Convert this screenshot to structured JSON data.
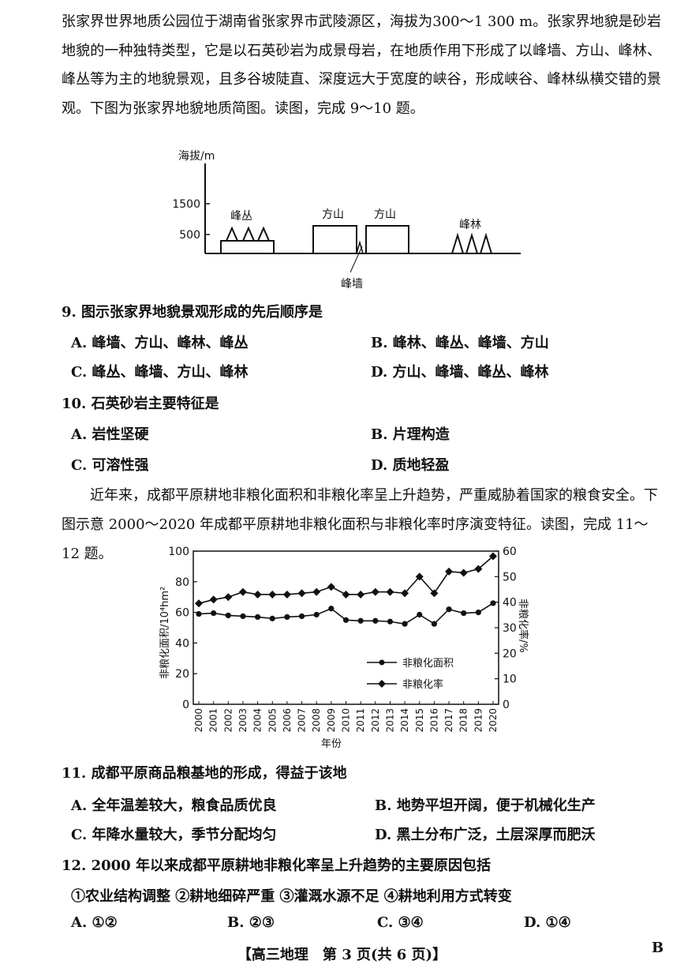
{
  "intro1": "张家界世界地质公园位于湖南省张家界市武陵源区，海拔为300～1 300 m。张家界地貌是砂岩地貌的一种独特类型，它是以石英砂岩为成景母岩，在地质作用下形成了以峰墙、方山、峰林、峰丛等为主的地貌景观，且多谷坡陡直、深度远大于宽度的峡谷，形成峡谷、峰林纵横交错的景观。下图为张家界地貌地质简图。读图，完成 9～10 题。",
  "fig1": {
    "ylabel": "海拔/m",
    "ticks": [
      "1500",
      "500"
    ],
    "labels": {
      "fengcong": "峰丛",
      "fangshan1": "方山",
      "fangshan2": "方山",
      "fenglin": "峰林",
      "fengqiang": "峰墙"
    }
  },
  "q9": {
    "stem": "9. 图示张家界地貌景观形成的先后顺序是",
    "A": "A. 峰墙、方山、峰林、峰丛",
    "B": "B. 峰林、峰丛、峰墙、方山",
    "C": "C. 峰丛、峰墙、方山、峰林",
    "D": "D. 方山、峰墙、峰丛、峰林"
  },
  "q10": {
    "stem": "10. 石英砂岩主要特征是",
    "A": "A. 岩性坚硬",
    "B": "B. 片理构造",
    "C": "C. 可溶性强",
    "D": "D. 质地轻盈"
  },
  "intro2": "近年来，成都平原耕地非粮化面积和非粮化率呈上升趋势，严重威胁着国家的粮食安全。下图示意 2000～2020 年成都平原耕地非粮化面积与非粮化率时序演变特征。读图，完成 11～12 题。",
  "chart_data": {
    "type": "line",
    "x": [
      "2000",
      "2001",
      "2002",
      "2003",
      "2004",
      "2005",
      "2006",
      "2007",
      "2008",
      "2009",
      "2010",
      "2011",
      "2012",
      "2013",
      "2014",
      "2015",
      "2016",
      "2017",
      "2018",
      "2019",
      "2020"
    ],
    "xlabel": "年份",
    "ylabel_left": "非粮化面积/10⁴hm²",
    "ylabel_right": "非粮化率/%",
    "ylim_left": [
      0,
      100
    ],
    "ylim_right": [
      0,
      60
    ],
    "yticks_left": [
      "0",
      "20",
      "40",
      "60",
      "80",
      "100"
    ],
    "yticks_right": [
      "0",
      "10",
      "20",
      "30",
      "40",
      "50",
      "60"
    ],
    "series": [
      {
        "name": "非粮化面积",
        "axis": "left",
        "marker": "circle",
        "values": [
          59,
          59.5,
          58,
          57.5,
          57,
          56,
          57,
          57.5,
          58.5,
          62.5,
          55,
          54.5,
          54.5,
          54,
          52.5,
          58.5,
          52.5,
          62,
          59.5,
          60,
          66
        ]
      },
      {
        "name": "非粮化率",
        "axis": "right",
        "marker": "diamond",
        "values": [
          39.5,
          41,
          42,
          44,
          43,
          43,
          43,
          43.5,
          44,
          46,
          43,
          43,
          44,
          44,
          43.5,
          50,
          43.5,
          52,
          51.5,
          53,
          58
        ]
      }
    ],
    "legend": "lower-right"
  },
  "q11": {
    "stem": "11. 成都平原商品粮基地的形成，得益于该地",
    "A": "A. 全年温差较大，粮食品质优良",
    "B": "B. 地势平坦开阔，便于机械化生产",
    "C": "C. 年降水量较大，季节分配均匀",
    "D": "D. 黑土分布广泛，土层深厚而肥沃"
  },
  "q12": {
    "stem": "12. 2000 年以来成都平原耕地非粮化率呈上升趋势的主要原因包括",
    "items": "①农业结构调整   ②耕地细碎严重   ③灌溉水源不足   ④耕地利用方式转变",
    "A": "A. ①②",
    "B": "B. ②③",
    "C": "C. ③④",
    "D": "D. ①④"
  },
  "footer": "【高三地理　第 3 页(共 6 页)】",
  "corner_mark": "B"
}
